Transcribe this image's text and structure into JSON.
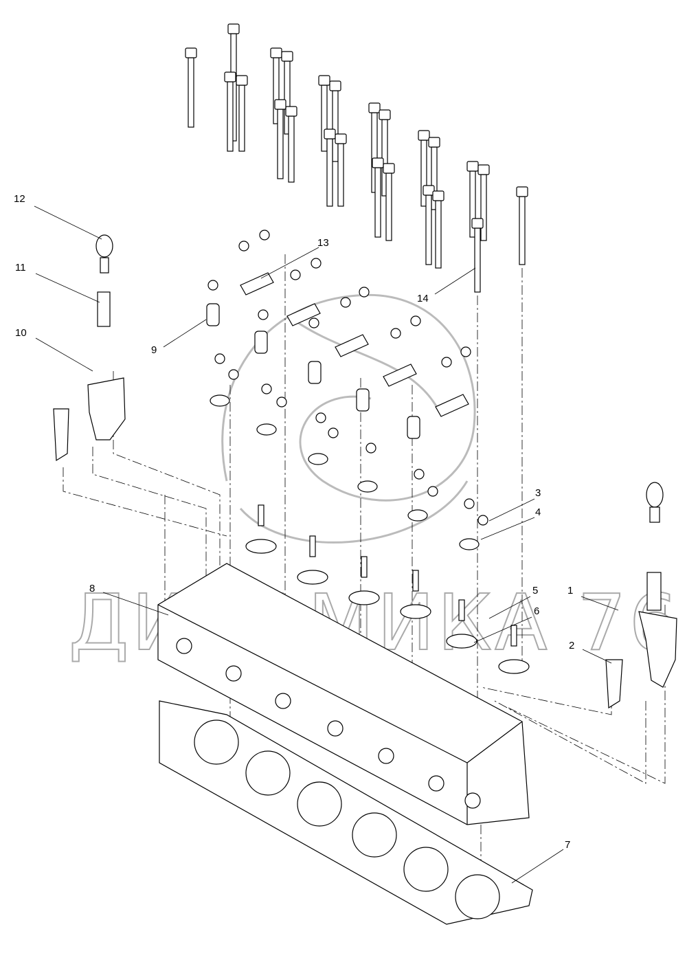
{
  "watermark": "ДИНАМИКА 76",
  "callouts": [
    {
      "id": "1",
      "label": "1"
    },
    {
      "id": "2",
      "label": "2"
    },
    {
      "id": "3",
      "label": "3"
    },
    {
      "id": "4",
      "label": "4"
    },
    {
      "id": "5",
      "label": "5"
    },
    {
      "id": "6",
      "label": "6"
    },
    {
      "id": "7",
      "label": "7"
    },
    {
      "id": "8",
      "label": "8"
    },
    {
      "id": "9",
      "label": "9"
    },
    {
      "id": "10",
      "label": "10"
    },
    {
      "id": "11",
      "label": "11"
    },
    {
      "id": "12",
      "label": "12"
    },
    {
      "id": "13",
      "label": "13"
    },
    {
      "id": "14",
      "label": "14"
    }
  ]
}
